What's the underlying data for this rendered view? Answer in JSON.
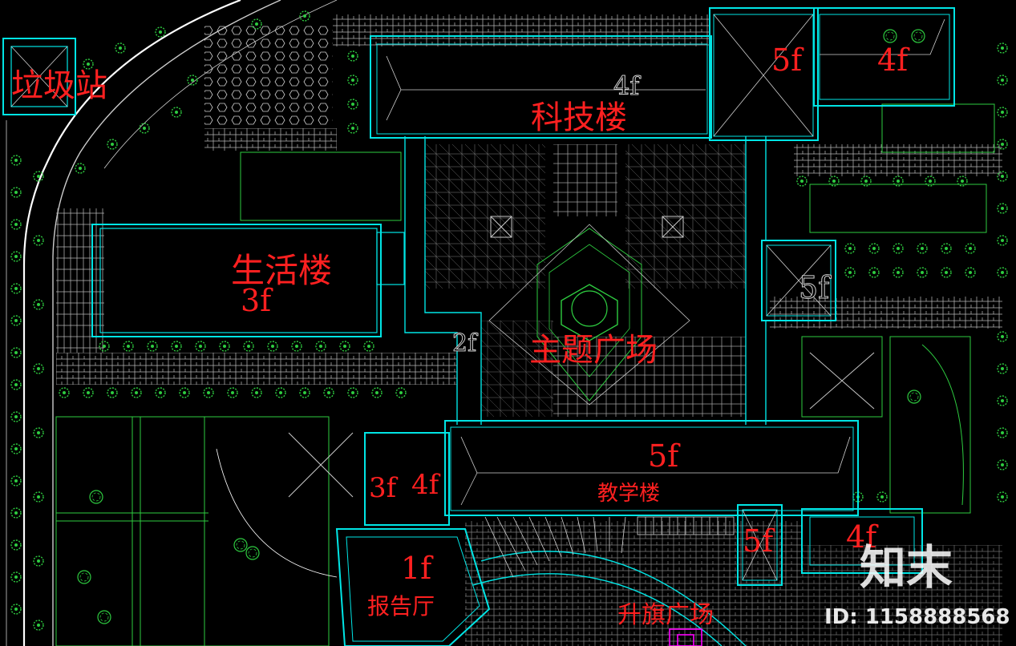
{
  "colors": {
    "background": "#000000",
    "building": "#00e5e5",
    "landscape": "#2ecc40",
    "paving": "#c8c8c8",
    "label": "#ff2020",
    "floor_ghost": "#d0d0d0",
    "road": "#ffffff",
    "flag_element": "#ff00ff"
  },
  "labels": {
    "garbage_station": "垃圾站",
    "tech_building": "科技楼",
    "tech_building_floor_ghost": "4f",
    "tech_building_5f": "5f",
    "tech_building_4f": "4f",
    "living_building": "生活楼",
    "living_building_floor": "3f",
    "theme_plaza": "主题广场",
    "corridor_2f": "2f",
    "east_tower_floor": "5f",
    "teaching_building": "教学楼",
    "teaching_building_floor": "5f",
    "teaching_west_3f": "3f",
    "teaching_west_4f": "4f",
    "teaching_east_5f": "5f",
    "teaching_east_4f": "4f",
    "auditorium_floor": "1f",
    "auditorium": "报告厅",
    "flag_plaza": "升旗广场"
  },
  "watermark": {
    "brand": "知末",
    "id_text": "ID: 1158888568"
  }
}
